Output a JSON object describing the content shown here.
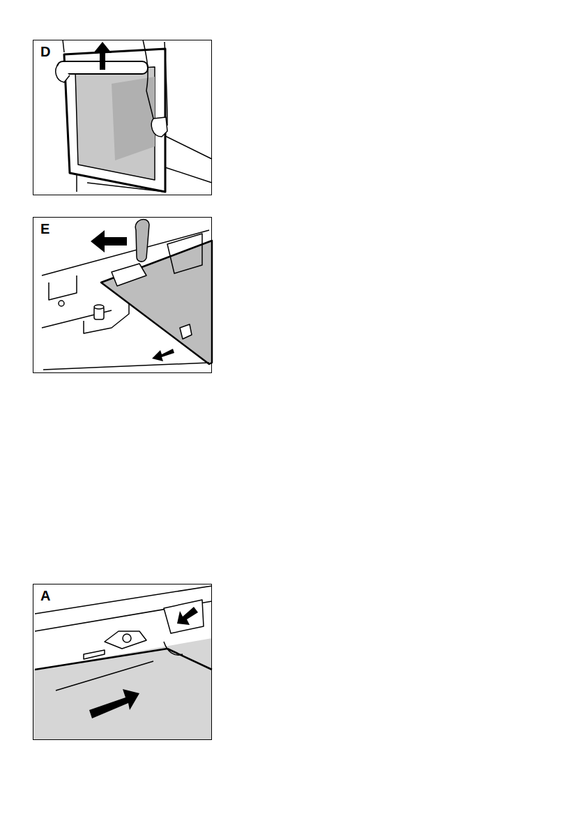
{
  "diagram": {
    "nodes": [
      {
        "text": [
          "D"
        ]
      },
      {
        "text": [
          "E"
        ]
      },
      {
        "text": [
          "A"
        ]
      }
    ]
  }
}
